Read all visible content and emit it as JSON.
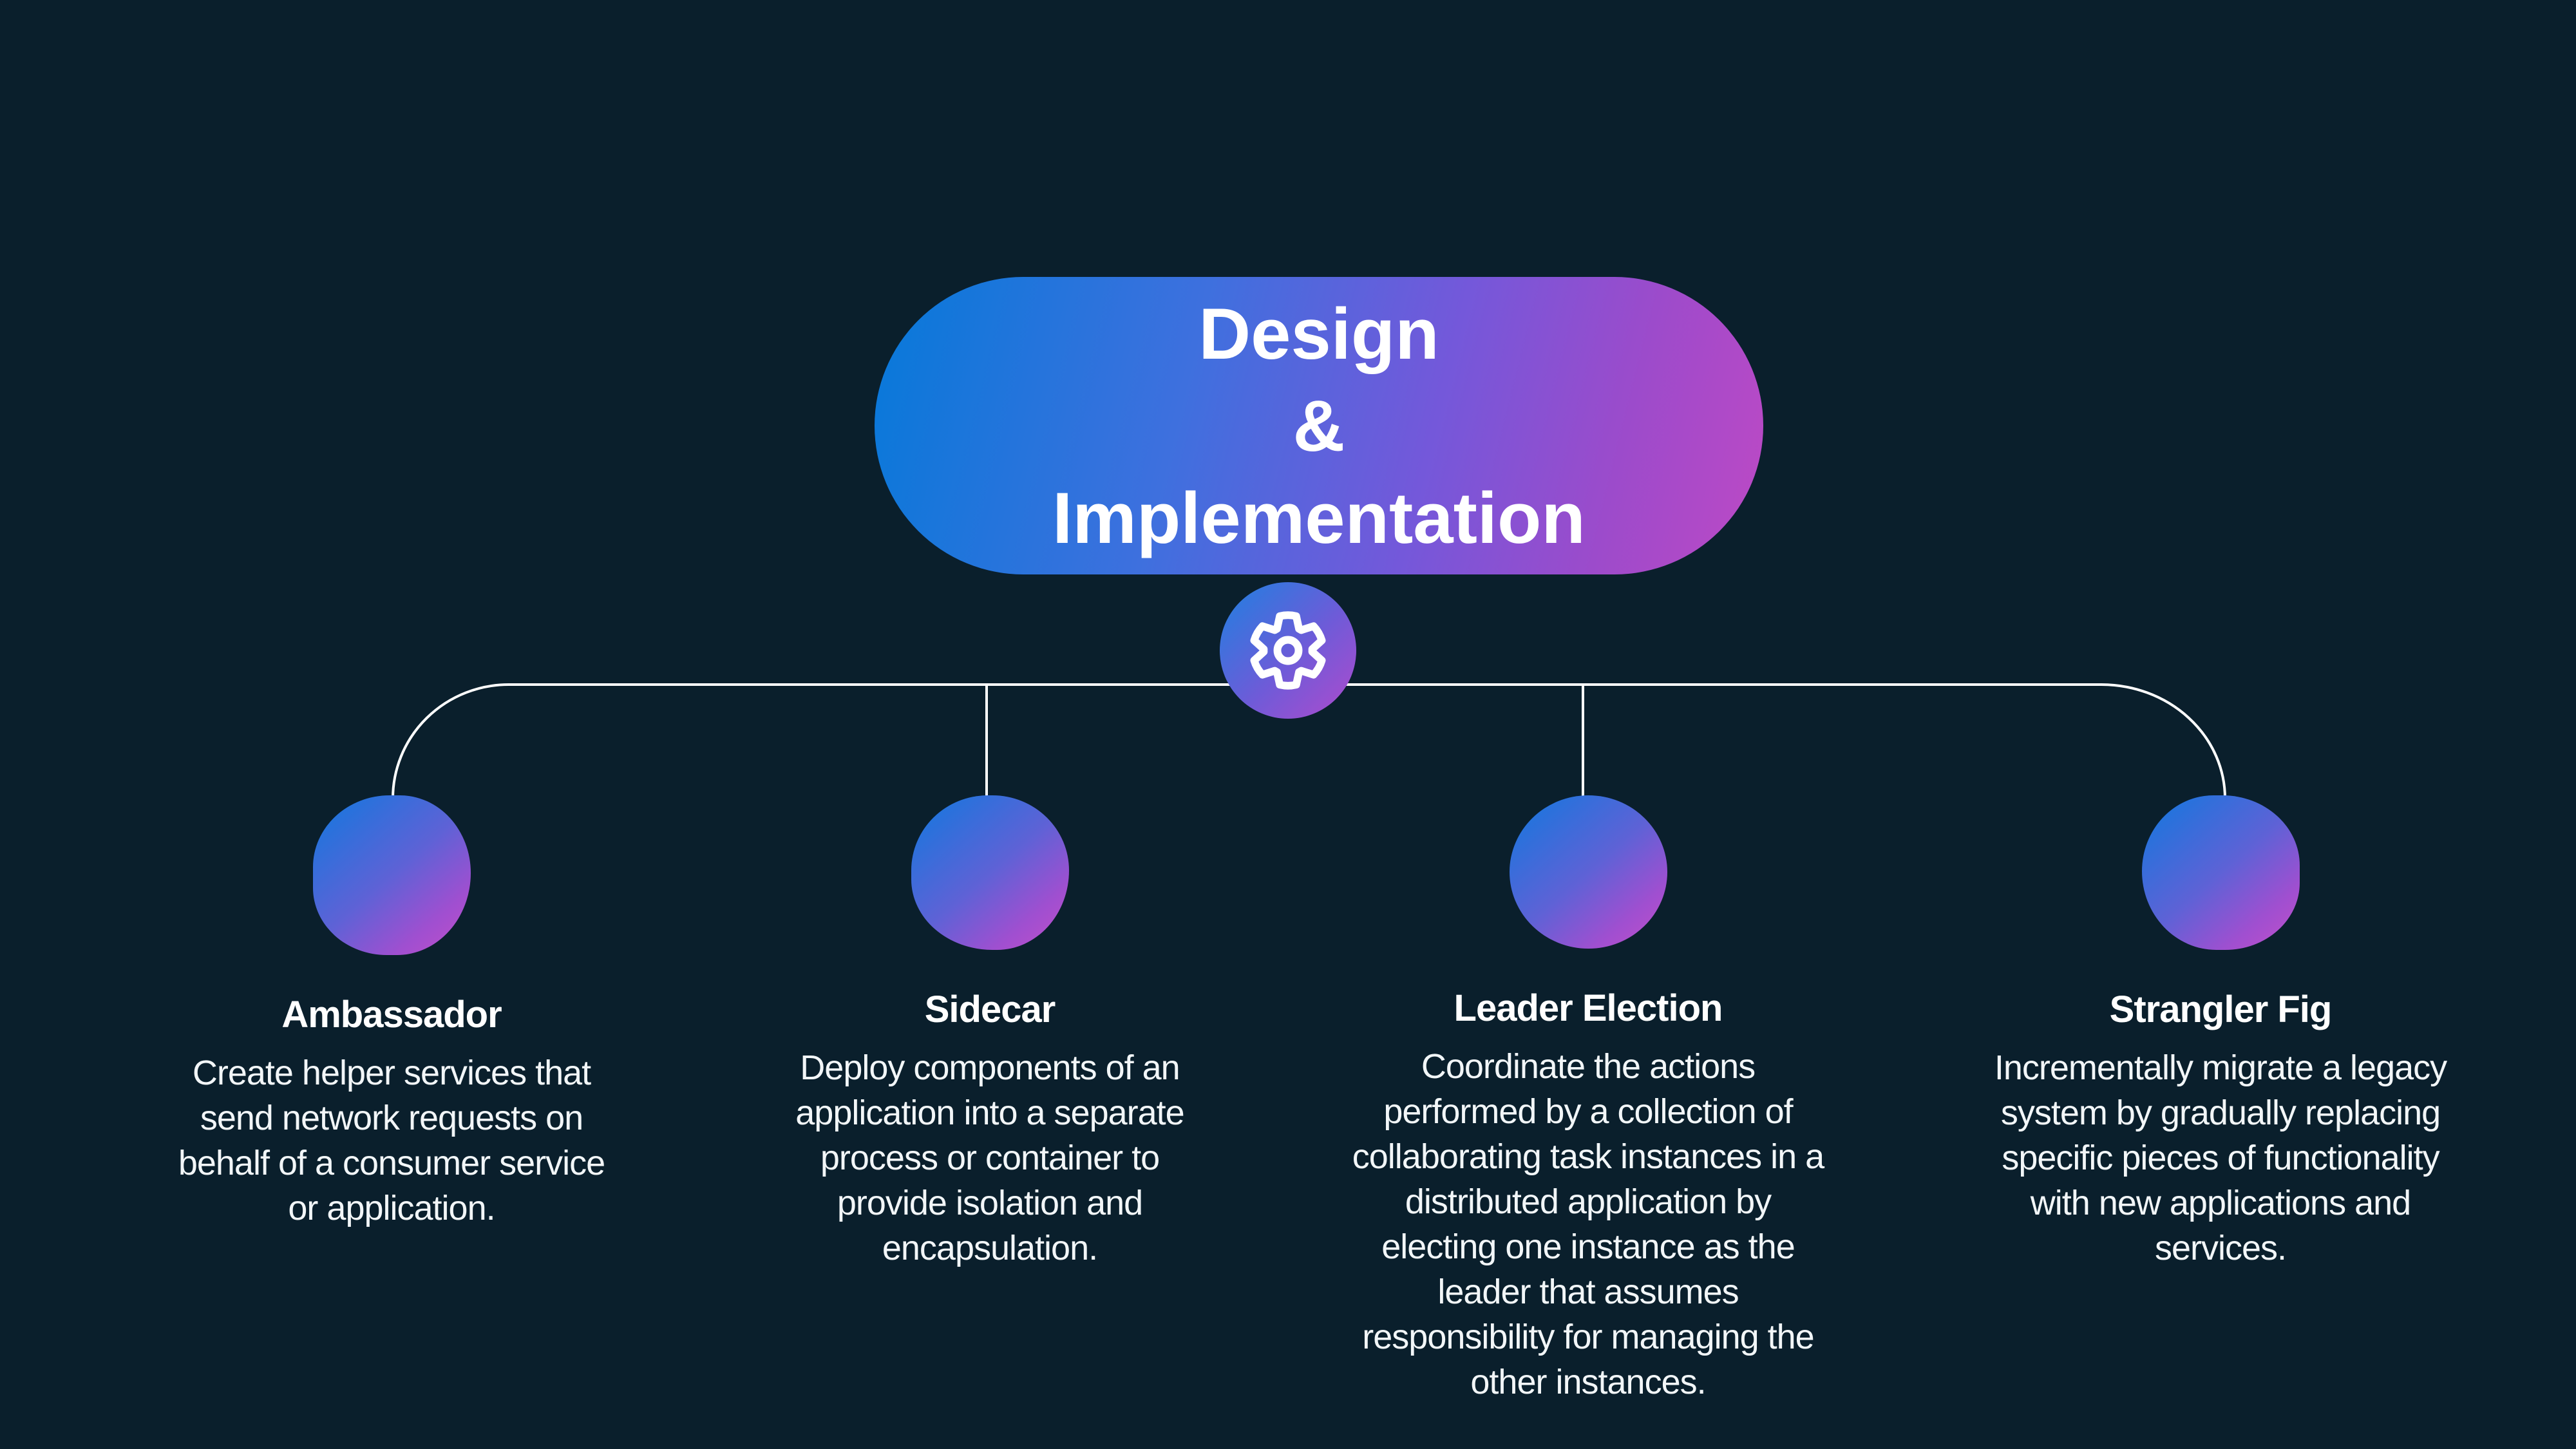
{
  "palette": {
    "background": "#0A1F2C",
    "connector_line": "#FFFFFF",
    "text_primary": "#FFFFFF",
    "text_secondary": "#F2F6F8",
    "gradient_blue": "#0679D9",
    "gradient_indigo": "#5E62D6",
    "gradient_purple": "#9C4BCB",
    "gradient_magenta": "#C450C9"
  },
  "header": {
    "title_lines": [
      "Design",
      "&",
      "Implementation"
    ],
    "icon": "gear-icon"
  },
  "branches": [
    {
      "title": "Ambassador",
      "description_lines": [
        "Create helper services that",
        "send network requests on",
        "behalf of a consumer service",
        "or application."
      ]
    },
    {
      "title": "Sidecar",
      "description_lines": [
        "Deploy components of an",
        "application into a separate",
        "process or container to",
        "provide isolation and",
        "encapsulation."
      ]
    },
    {
      "title": "Leader Election",
      "description_lines": [
        "Coordinate the actions",
        "performed by a collection of",
        "collaborating task instances in a",
        "distributed application by",
        "electing one instance as the",
        "leader that assumes",
        "responsibility for managing the",
        "other instances."
      ]
    },
    {
      "title": "Strangler Fig",
      "description_lines": [
        "Incrementally migrate a legacy",
        "system by gradually replacing",
        "specific pieces of functionality",
        "with new applications and",
        "services."
      ]
    }
  ]
}
